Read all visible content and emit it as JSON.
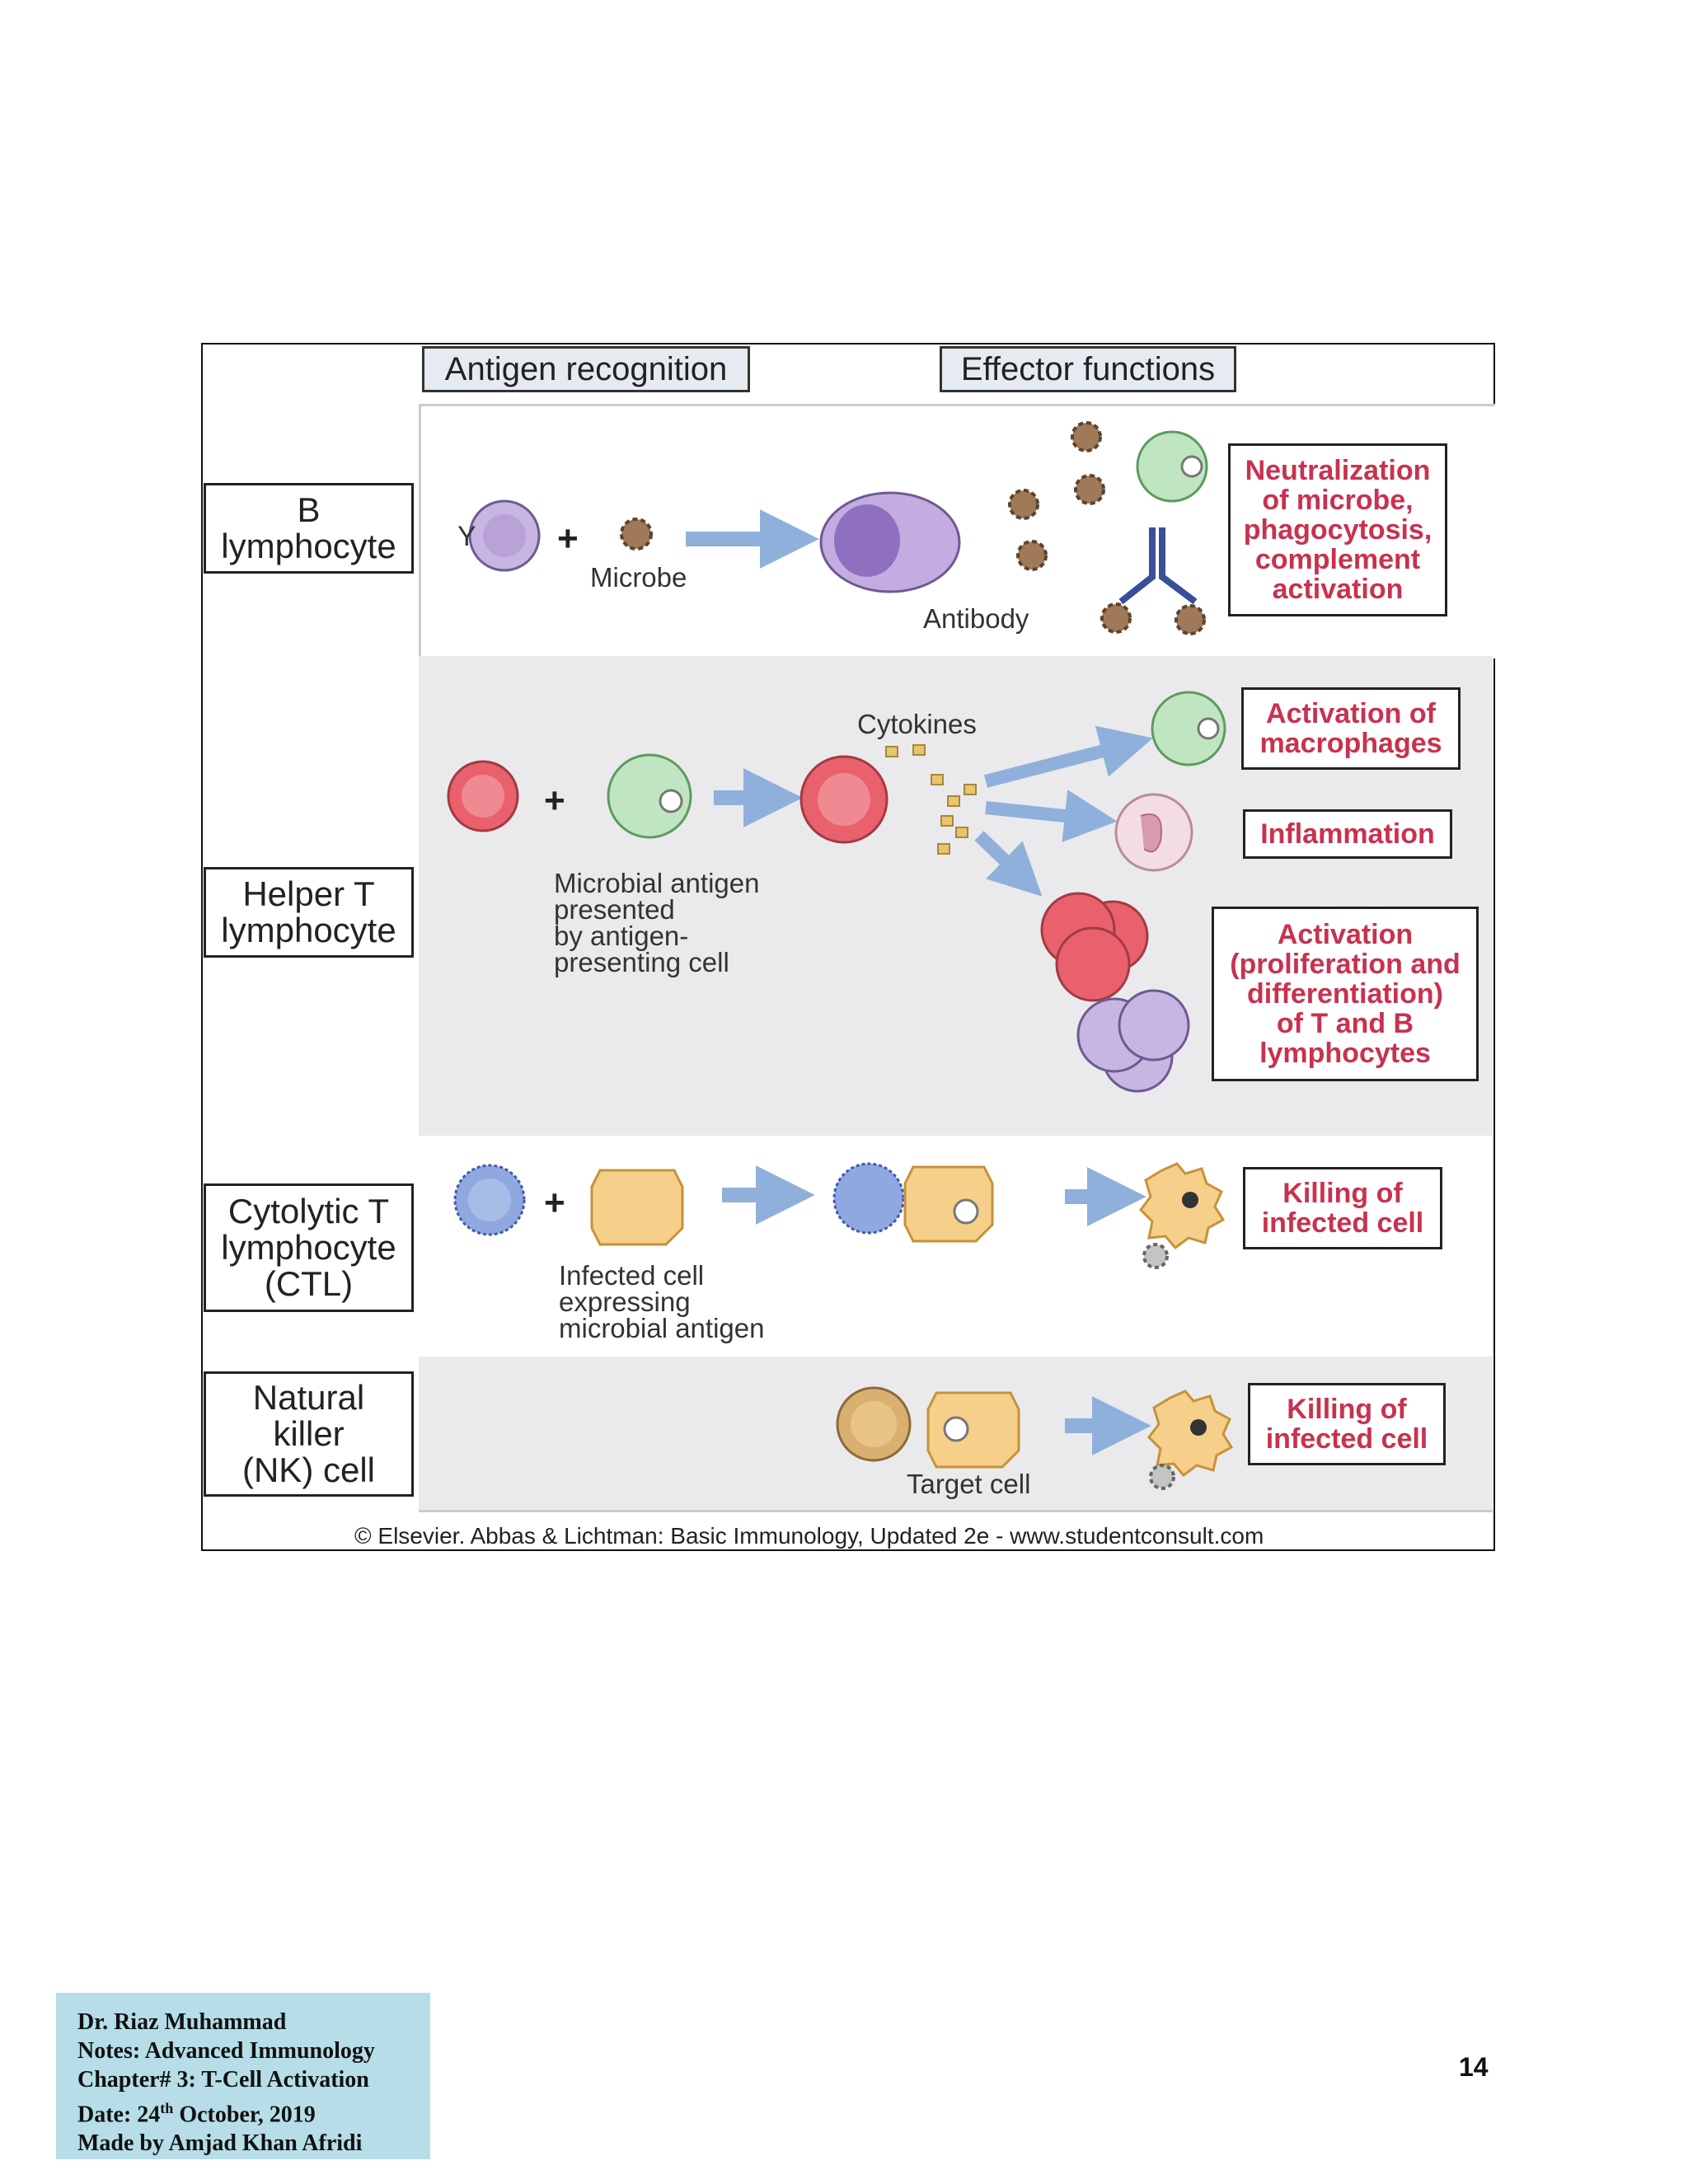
{
  "headers": {
    "antigen_recognition": "Antigen recognition",
    "effector_functions": "Effector functions"
  },
  "rows": {
    "b_lymphocyte": {
      "label_line1": "B",
      "label_line2": "lymphocyte"
    },
    "helper_t": {
      "label_line1": "Helper T",
      "label_line2": "lymphocyte"
    },
    "ctl": {
      "label_line1": "Cytolytic T",
      "label_line2": "lymphocyte",
      "label_line3": "(CTL)"
    },
    "nk": {
      "label_line1": "Natural",
      "label_line2": "killer",
      "label_line3": "(NK) cell"
    }
  },
  "b_panel": {
    "microbe": "Microbe",
    "antibody": "Antibody",
    "function_lines": [
      "Neutralization",
      "of microbe,",
      "phagocytosis,",
      "complement",
      "activation"
    ]
  },
  "helper_panel": {
    "cytokines": "Cytokines",
    "antigen_lines": [
      "Microbial antigen",
      "presented",
      "by antigen-",
      "presenting cell"
    ],
    "activation_macrophages": [
      "Activation of",
      "macrophages"
    ],
    "inflammation": "Inflammation",
    "activation_lymphocytes": [
      "Activation",
      "(proliferation and",
      "differentiation)",
      "of T and B",
      "lymphocytes"
    ]
  },
  "ctl_panel": {
    "infected_lines": [
      "Infected cell",
      "expressing",
      "microbial antigen"
    ],
    "killing": [
      "Killing of",
      "infected cell"
    ]
  },
  "nk_panel": {
    "target_cell": "Target cell",
    "killing": [
      "Killing of",
      "infected cell"
    ]
  },
  "credit": "© Elsevier. Abbas & Lichtman: Basic Immunology, Updated 2e - www.studentconsult.com",
  "footer": {
    "line1": "Dr. Riaz Muhammad",
    "line2": "Notes: Advanced Immunology",
    "line3": "Chapter# 3: T-Cell Activation",
    "line4_prefix": "Date: 24",
    "line4_sup": "th",
    "line4_suffix": " October, 2019",
    "line5": "Made by Amjad Khan Afridi"
  },
  "page_number": "14",
  "colors": {
    "label_red": "#c8324f",
    "arrow_blue": "#8fb0da",
    "panel_gray": "#eaeaec",
    "b_cell": "#c7b6e2",
    "t_cell": "#e8616c",
    "macrophage": "#bfe6c0",
    "ctl_cell": "#8fa8e0",
    "infected": "#f6cf8a"
  }
}
